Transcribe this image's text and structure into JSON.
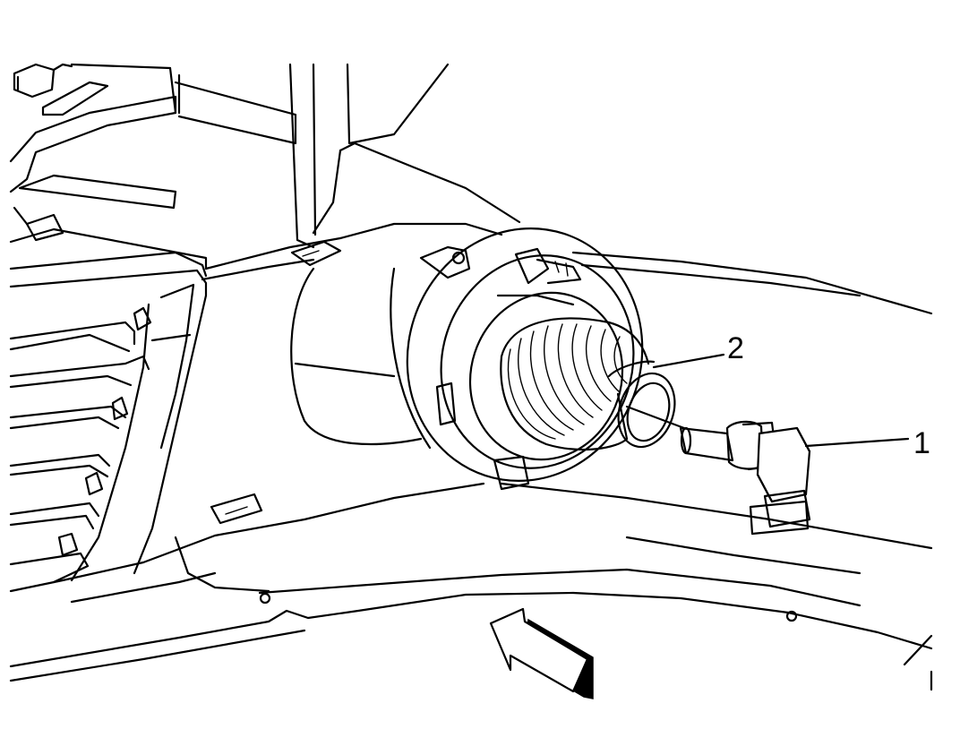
{
  "diagram": {
    "callouts": [
      {
        "id": "callout-1",
        "label": "1"
      },
      {
        "id": "callout-2",
        "label": "2"
      }
    ],
    "icons": [
      "direction-arrow-icon"
    ]
  }
}
